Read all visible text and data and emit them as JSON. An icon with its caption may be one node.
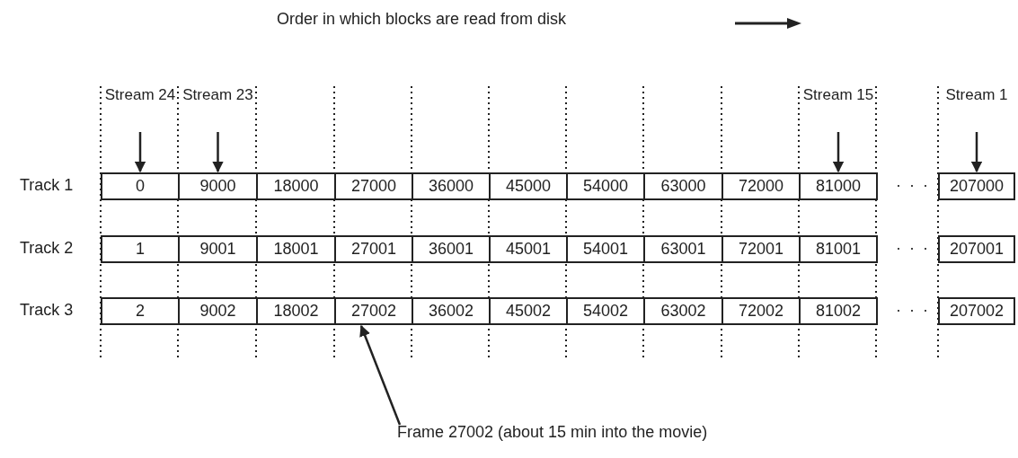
{
  "diagram": {
    "nodes": [
      {
        "text": [
          "Stream 24"
        ]
      },
      {
        "text": [
          "Stream 23"
        ]
      },
      {
        "text": [
          "Stream 15"
        ]
      },
      {
        "text": [
          "Stream 1"
        ]
      },
      {
        "text": [
          "0"
        ]
      },
      {
        "text": [
          "9000"
        ]
      },
      {
        "text": [
          "18000"
        ]
      },
      {
        "text": [
          "27000"
        ]
      },
      {
        "text": [
          "36000"
        ]
      },
      {
        "text": [
          "45000"
        ]
      },
      {
        "text": [
          "54000"
        ]
      },
      {
        "text": [
          "63000"
        ]
      },
      {
        "text": [
          "72000"
        ]
      },
      {
        "text": [
          "81000"
        ]
      },
      {
        "text": [
          "207000"
        ]
      },
      {
        "text": [
          "1"
        ]
      },
      {
        "text": [
          "9001"
        ]
      },
      {
        "text": [
          "18001"
        ]
      },
      {
        "text": [
          "27001"
        ]
      },
      {
        "text": [
          "36001"
        ]
      },
      {
        "text": [
          "45001"
        ]
      },
      {
        "text": [
          "54001"
        ]
      },
      {
        "text": [
          "63001"
        ]
      },
      {
        "text": [
          "72001"
        ]
      },
      {
        "text": [
          "81001"
        ]
      },
      {
        "text": [
          "207001"
        ]
      },
      {
        "text": [
          "2"
        ]
      },
      {
        "text": [
          "9002"
        ]
      },
      {
        "text": [
          "18002"
        ]
      },
      {
        "text": [
          "27002"
        ]
      },
      {
        "text": [
          "36002"
        ]
      },
      {
        "text": [
          "45002"
        ]
      },
      {
        "text": [
          "54002"
        ]
      },
      {
        "text": [
          "63002"
        ]
      },
      {
        "text": [
          "72002"
        ]
      },
      {
        "text": [
          "81002"
        ]
      },
      {
        "text": [
          "207002"
        ]
      },
      {
        "text": [
          "Frame 27002 (about 15 min into the movie)"
        ]
      }
    ],
    "edges": [
      {
        "from": 0,
        "to": 4,
        "arrow": "to"
      },
      {
        "from": 1,
        "to": 5,
        "arrow": "to"
      },
      {
        "from": 2,
        "to": 13,
        "arrow": "to"
      },
      {
        "from": 3,
        "to": 14,
        "arrow": "to"
      },
      {
        "from": 37,
        "to": 29,
        "arrow": "to"
      }
    ],
    "labels": [
      "Order in which blocks are read from disk",
      "Track 1",
      "· · ·",
      "Track 2",
      "· · ·",
      "Track 3",
      "· · ·"
    ]
  }
}
